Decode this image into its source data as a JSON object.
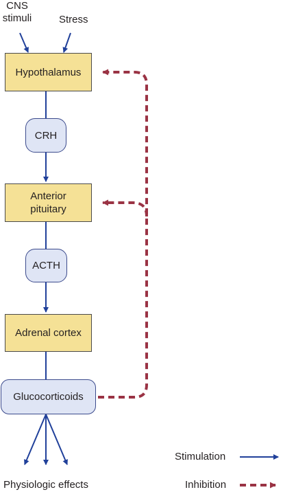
{
  "inputs": {
    "cns_line1": "CNS",
    "cns_line2": "stimuli",
    "stress": "Stress"
  },
  "nodes": {
    "hypothalamus": "Hypothalamus",
    "crh": "CRH",
    "anterior_line1": "Anterior",
    "anterior_line2": "pituitary",
    "acth": "ACTH",
    "adrenal": "Adrenal cortex",
    "glucocorticoids": "Glucocorticoids"
  },
  "output": "Physiologic effects",
  "legend": {
    "stimulation": "Stimulation",
    "inhibition": "Inhibition"
  },
  "colors": {
    "stimulation": "#20409a",
    "inhibition": "#9a3344",
    "organ_fill": "#f5e196",
    "hormone_fill": "#dfe5f5"
  }
}
